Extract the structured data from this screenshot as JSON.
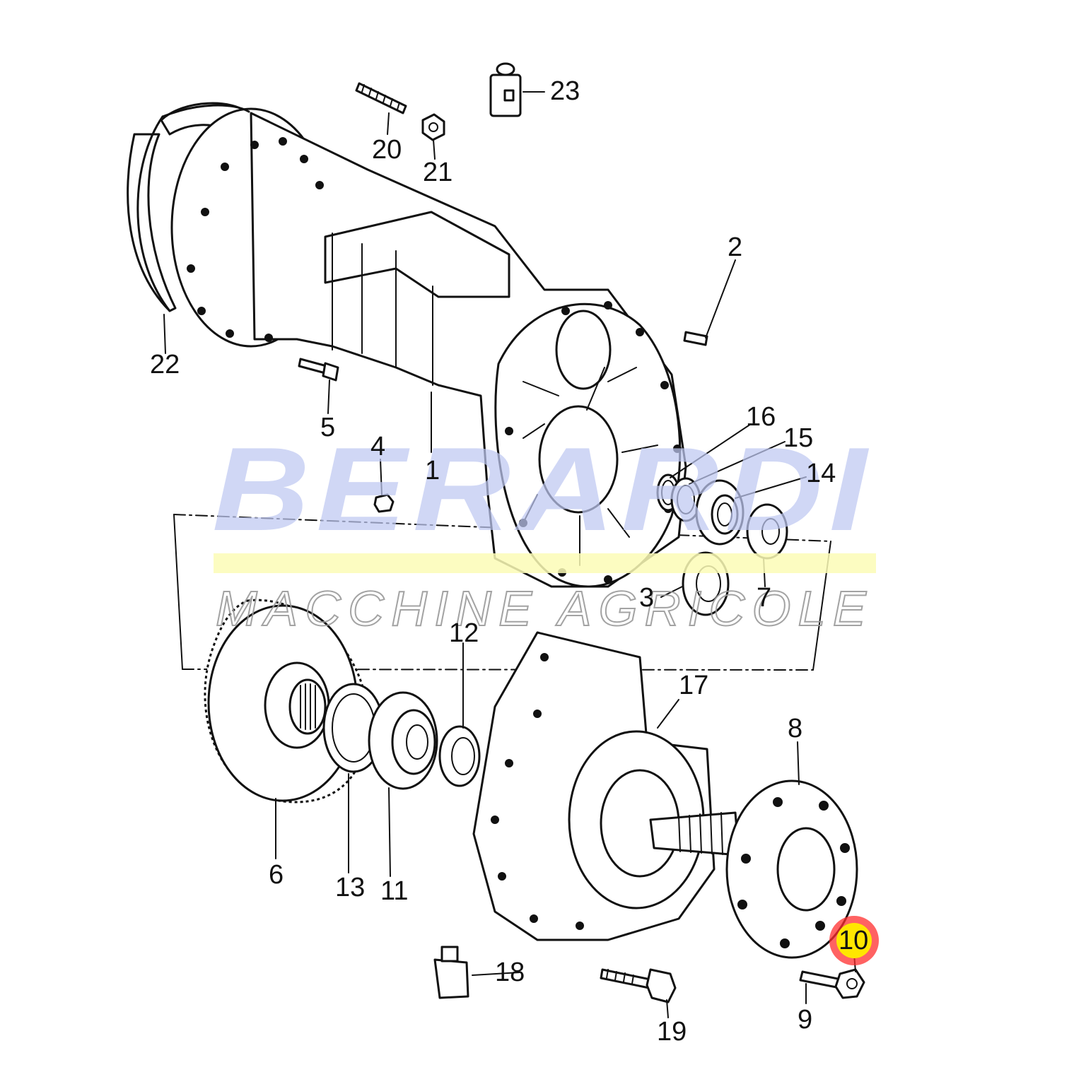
{
  "diagram": {
    "type": "exploded-parts-diagram",
    "part_numbers": [
      "1",
      "2",
      "3",
      "4",
      "5",
      "6",
      "7",
      "8",
      "9",
      "10",
      "11",
      "12",
      "13",
      "14",
      "15",
      "16",
      "17",
      "18",
      "19",
      "20",
      "21",
      "22",
      "23"
    ],
    "highlighted_part": "10",
    "highlight_color": "#ffe600",
    "highlight_ring_color": "#ff2d2d"
  },
  "watermark": {
    "brand": "BERARDI",
    "tagline": "MACCHINE AGRICOLE",
    "brand_color": "#bfc8f2",
    "bar_color": "#fbfbb6"
  }
}
